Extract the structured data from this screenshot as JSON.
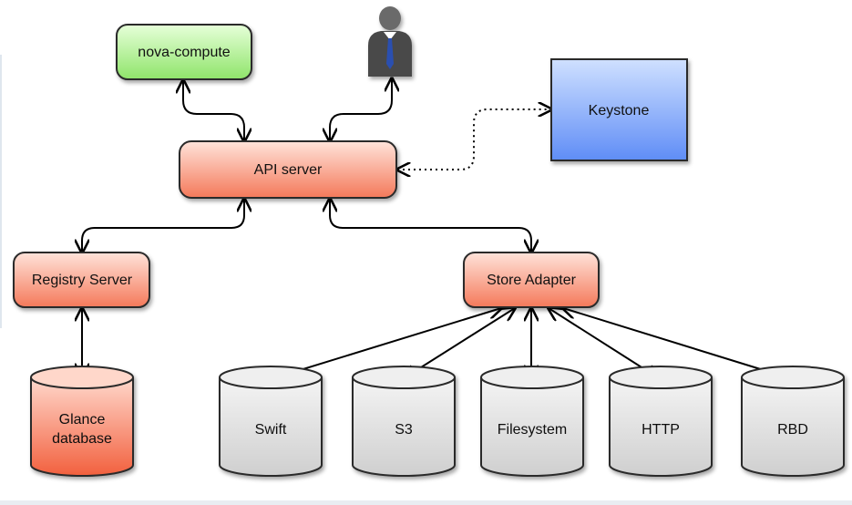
{
  "nodes": {
    "nova_compute": "nova-compute",
    "api_server": "API server",
    "keystone": "Keystone",
    "registry_server": "Registry Server",
    "store_adapter": "Store Adapter",
    "glance_db": [
      "Glance",
      "database"
    ],
    "swift": "Swift",
    "s3": "S3",
    "filesystem": "Filesystem",
    "http": "HTTP",
    "rbd": "RBD"
  },
  "colors": {
    "green": "#a9f28d",
    "salmon": "#f88a6d",
    "blue": "#7aa2ff",
    "gray": "#d7d7d7",
    "stroke": "#2b2b2b"
  },
  "icons": [
    "user-icon"
  ]
}
